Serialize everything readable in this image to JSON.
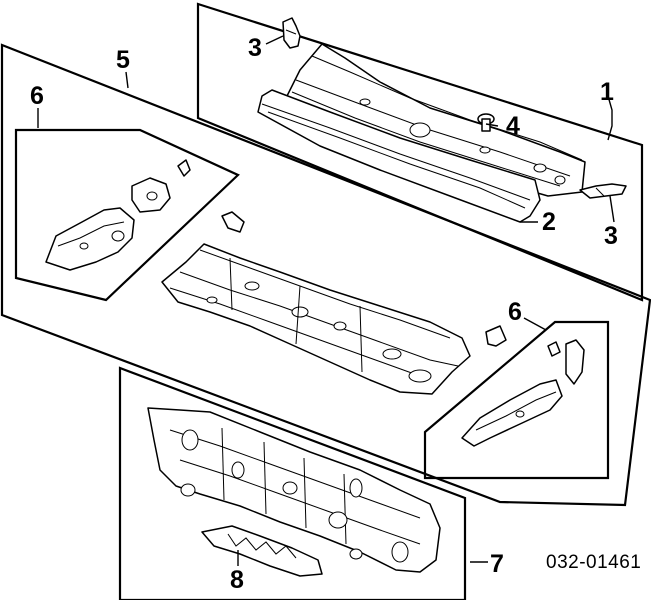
{
  "diagram": {
    "reference_code": "032-01461",
    "callouts": [
      {
        "id": "c1",
        "label": "1"
      },
      {
        "id": "c2",
        "label": "2"
      },
      {
        "id": "c3a",
        "label": "3"
      },
      {
        "id": "c3b",
        "label": "3"
      },
      {
        "id": "c4",
        "label": "4"
      },
      {
        "id": "c5",
        "label": "5"
      },
      {
        "id": "c6a",
        "label": "6"
      },
      {
        "id": "c6b",
        "label": "6"
      },
      {
        "id": "c7",
        "label": "7"
      },
      {
        "id": "c8",
        "label": "8"
      }
    ]
  }
}
